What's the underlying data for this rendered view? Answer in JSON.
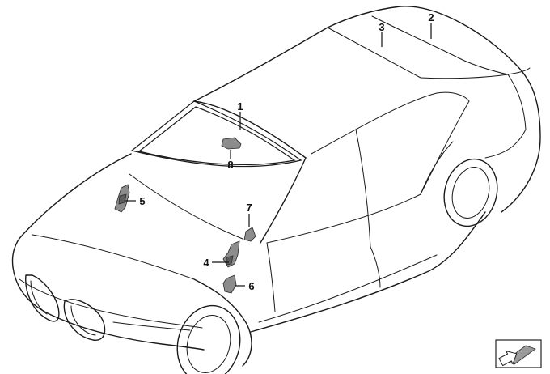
{
  "callouts": {
    "c1": "1",
    "c2": "2",
    "c3": "3",
    "c4": "4",
    "c5": "5",
    "c6": "6",
    "c7": "7",
    "c8": "8"
  },
  "icons": {
    "corner_symbol": "view-direction-arrow-icon"
  },
  "colors": {
    "line": "#1a1a1a",
    "part_fill": "#8c8c8c",
    "background": "#ffffff"
  }
}
